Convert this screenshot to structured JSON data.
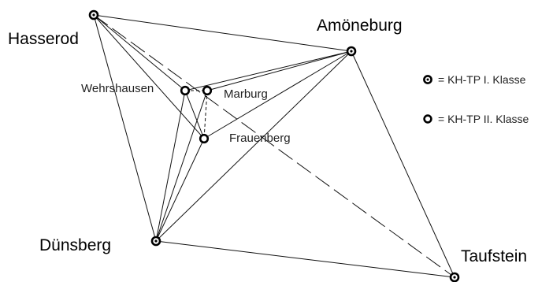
{
  "points": {
    "hasserod": {
      "label": "Hasserod",
      "class": "I"
    },
    "amoeneburg": {
      "label": "Amöneburg",
      "class": "I"
    },
    "wehrshausen": {
      "label": "Wehrshausen",
      "class": "II"
    },
    "marburg": {
      "label": "Marburg",
      "class": "II"
    },
    "frauenberg": {
      "label": "Frauenberg",
      "class": "II"
    },
    "duensberg": {
      "label": "Dünsberg",
      "class": "I"
    },
    "taufstein": {
      "label": "Taufstein",
      "class": "I"
    }
  },
  "legend": {
    "class1_label": "= KH-TP I. Klasse",
    "class2_label": "= KH-TP II. Klasse"
  },
  "icons": {
    "class1_marker": "ring-with-dot",
    "class2_marker": "ring"
  },
  "colors": {
    "line": "#111111",
    "text": "#000000",
    "background": "#ffffff"
  }
}
